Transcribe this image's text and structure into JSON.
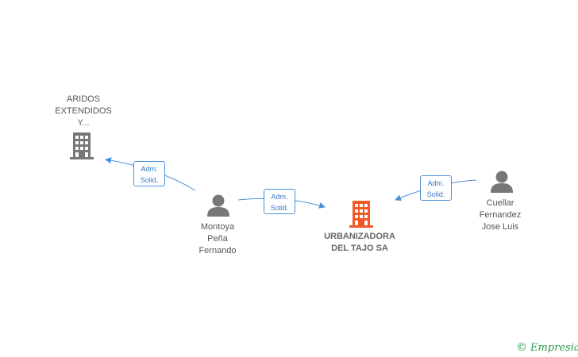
{
  "nodes": {
    "aridos": {
      "label": "ARIDOS\nEXTENDIDOS\nY...",
      "type": "company",
      "color": "#777777"
    },
    "montoya": {
      "label": "Montoya\nPeña\nFernando",
      "type": "person",
      "color": "#777777"
    },
    "urbanizadora": {
      "label": "URBANIZADORA\nDEL TAJO SA",
      "type": "company",
      "color": "#f05a28"
    },
    "cuellar": {
      "label": "Cuellar\nFernandez\nJose Luis",
      "type": "person",
      "color": "#777777"
    }
  },
  "edges": [
    {
      "from": "montoya",
      "to": "aridos",
      "label": "Adm.\nSolid."
    },
    {
      "from": "montoya",
      "to": "urbanizadora",
      "label": "Adm.\nSolid."
    },
    {
      "from": "cuellar",
      "to": "urbanizadora",
      "label": "Adm.\nSolid."
    }
  ],
  "colors": {
    "edge": "#4a90d9",
    "main": "#f05a28",
    "node": "#777777"
  },
  "watermark": {
    "copyright": "©",
    "brand": "Empresia"
  }
}
